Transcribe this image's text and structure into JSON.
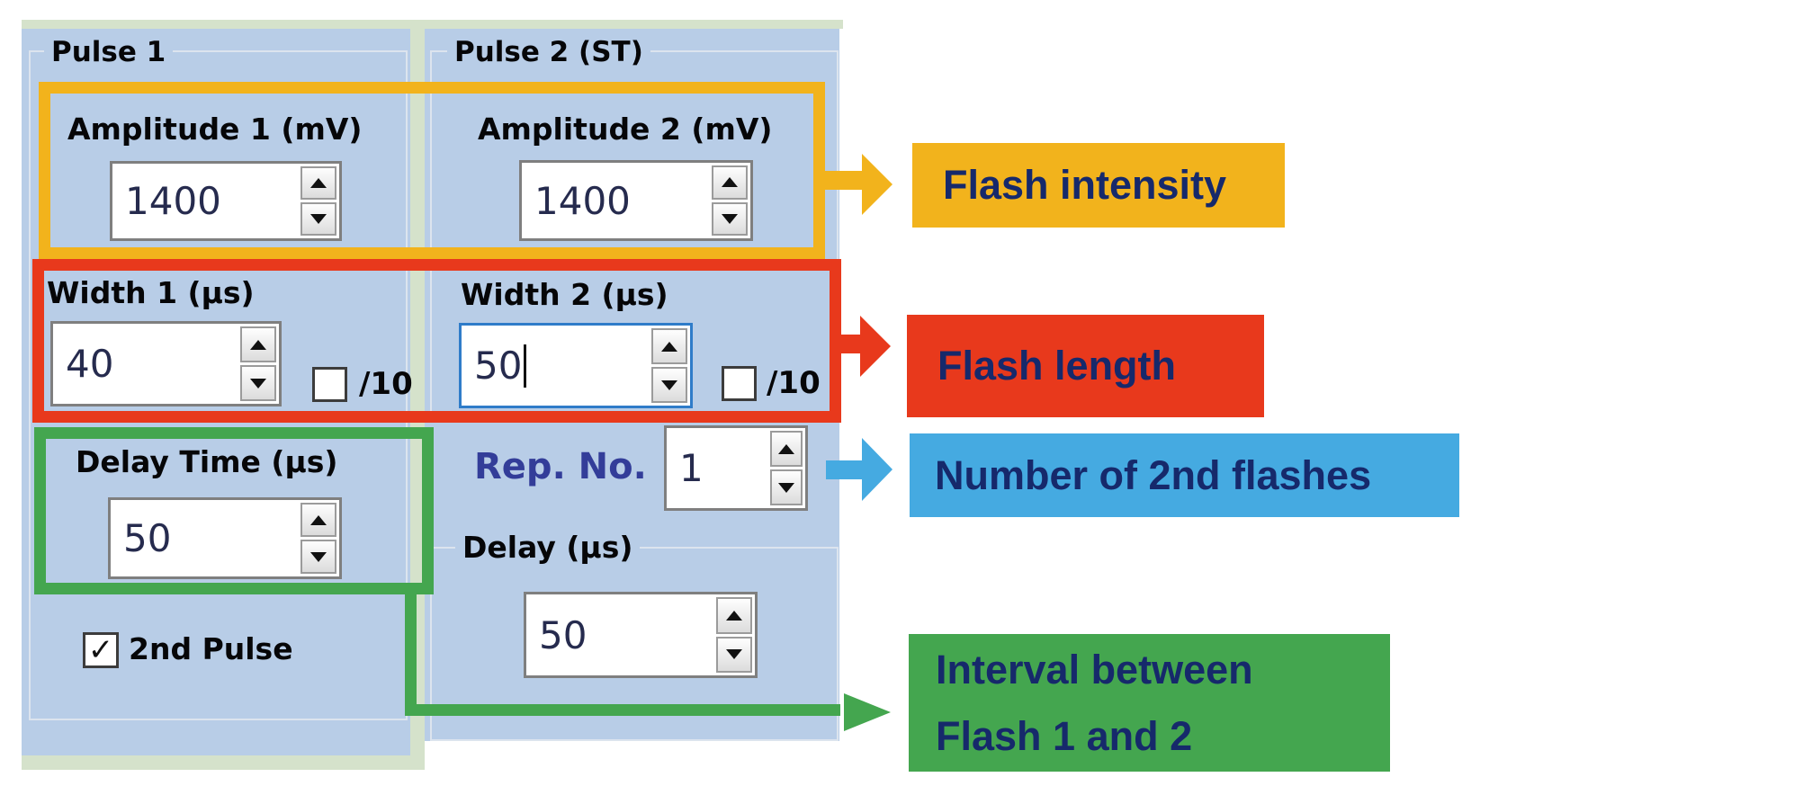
{
  "pulse1": {
    "group_label": "Pulse 1",
    "amplitude_label": "Amplitude 1 (mV)",
    "amplitude_value": "1400",
    "width_label": "Width 1 (µs)",
    "width_value": "40",
    "div10_label": "/10",
    "delay_time_label": "Delay Time (µs)",
    "delay_time_value": "50",
    "second_pulse_label": "2nd Pulse",
    "second_pulse_checkmark": "✓"
  },
  "pulse2": {
    "group_label": "Pulse 2 (ST)",
    "amplitude_label": "Amplitude 2 (mV)",
    "amplitude_value": "1400",
    "width_label": "Width 2 (µs)",
    "width_value": "50",
    "div10_label": "/10",
    "rep_no_label": "Rep. No.",
    "rep_no_value": "1",
    "delay_label": "Delay (µs)",
    "delay_value": "50"
  },
  "annotations": {
    "flash_intensity": "Flash intensity",
    "flash_length": "Flash length",
    "number_of_2nd_flashes": "Number of 2nd flashes",
    "interval_line1": "Interval between",
    "interval_line2": "Flash 1 and 2"
  },
  "colors": {
    "highlight_yellow": "#f2b31c",
    "highlight_red": "#e8391c",
    "highlight_blue": "#45aae1",
    "highlight_green": "#44a64f",
    "annotation_text": "#16296b",
    "panel_blue": "#b8cde7",
    "panel_backdrop_green": "#d5e2cb",
    "value_text": "#262b4e",
    "rep_no_label_color": "#333d99"
  }
}
